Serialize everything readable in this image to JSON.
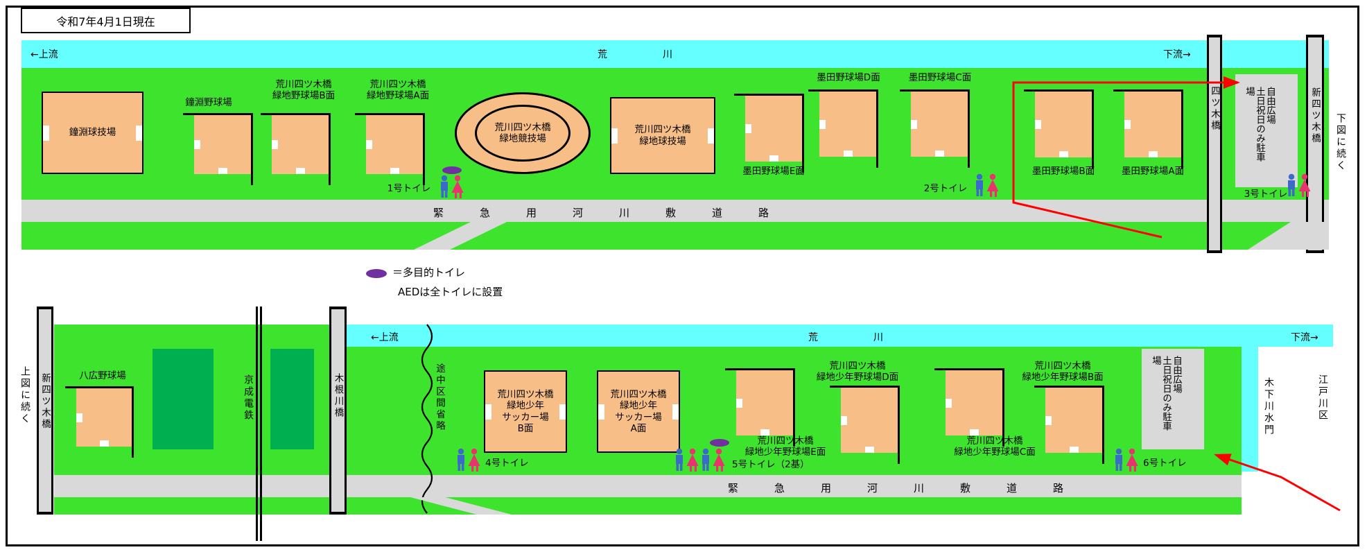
{
  "meta": {
    "date": "令和7年4月1日現在"
  },
  "colors": {
    "field_green": "#3EE32E",
    "river_cyan": "#66FFFF",
    "facility_orange": "#F7BE87",
    "road_gray": "#D9D9D9",
    "lawn_dark_green": "#00B050",
    "route_red": "#FF0000",
    "accessible_purple": "#7030A0",
    "male_blue": "#3B6AC9",
    "female_red": "#E8336D"
  },
  "legend": {
    "multi_toilet": "＝多目的トイレ",
    "aed": "AEDは全トイレに設置"
  },
  "upper": {
    "river_left": "←上流",
    "river_name": "荒川",
    "river_right": "下流→",
    "road": "緊急用河川敷道路",
    "continue_note": "下図に続く",
    "bridge_yotsugi": "四ツ木橋",
    "bridge_shin_yotsugi": "新四ツ木橋",
    "parking": "自由広場\n土日祝日のみ駐車場",
    "toilet1": "1号トイレ",
    "toilet2": "2号トイレ",
    "toilet3": "3号トイレ",
    "kanebuchi_kyugijo": "鐘淵球技場",
    "kanebuchi_yakyujo": "鐘淵野球場",
    "yakyujo_b": "荒川四ツ木橋\n緑地野球場B面",
    "yakyujo_a": "荒川四ツ木橋\n緑地野球場A面",
    "kyogijo": "荒川四ツ木橋\n緑地競技場",
    "kyugijo": "荒川四ツ木橋\n緑地球技場",
    "sumida_e": "墨田野球場E面",
    "sumida_d": "墨田野球場D面",
    "sumida_c": "墨田野球場C面",
    "sumida_b": "墨田野球場B面",
    "sumida_a": "墨田野球場A面"
  },
  "lower": {
    "continue_note": "上図に続く",
    "bridge_shin_yotsugi": "新四ツ木橋",
    "yahiro": "八広野球場",
    "keisei": "京成電鉄",
    "bridge_kinegawa": "木根川橋",
    "omitted": "途中区間省略",
    "river_left": "←上流",
    "river_name": "荒川",
    "river_right": "下流→",
    "soccer_b": "荒川四ツ木橋\n緑地少年\nサッカー場\nB面",
    "soccer_a": "荒川四ツ木橋\n緑地少年\nサッカー場\nA面",
    "shonen_d": "荒川四ツ木橋\n緑地少年野球場D面",
    "shonen_e": "荒川四ツ木橋\n緑地少年野球場E面",
    "shonen_b": "荒川四ツ木橋\n緑地少年野球場B面",
    "shonen_c": "荒川四ツ木橋\n緑地少年野球場C面",
    "toilet4": "4号トイレ",
    "toilet5": "5号トイレ（2基）",
    "toilet6": "6号トイレ",
    "road": "緊急用河川敷道路",
    "parking": "自由広場\n土日祝日のみ駐車場",
    "suimon": "木下川水門",
    "edogawa": "江戸川区"
  }
}
